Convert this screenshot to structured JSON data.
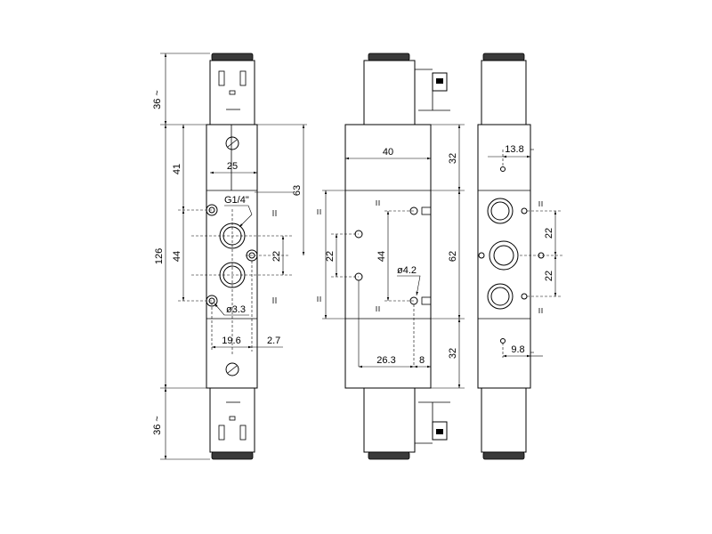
{
  "views": {
    "front": {
      "dim_36_top": "36 ~",
      "dim_41": "41",
      "dim_25": "25",
      "dim_thread": "G1/4\"",
      "dim_63": "63",
      "dim_126": "126",
      "dim_44": "44",
      "dim_22": "22",
      "dim_hole": "ø3.3",
      "dim_19_6": "19.6",
      "dim_2_7": "2.7",
      "dim_36_bottom": "36 ~"
    },
    "side": {
      "dim_40": "40",
      "dim_32_top": "32",
      "dim_22": "22",
      "dim_44": "44",
      "dim_hole": "ø4.2",
      "dim_62": "62",
      "dim_26_3": "26.3",
      "dim_8": "8",
      "dim_32_bottom": "32"
    },
    "rear": {
      "dim_13_8": "13.8",
      "dim_22_top": "22",
      "dim_22_bottom": "22",
      "dim_9_8": "9.8"
    }
  }
}
